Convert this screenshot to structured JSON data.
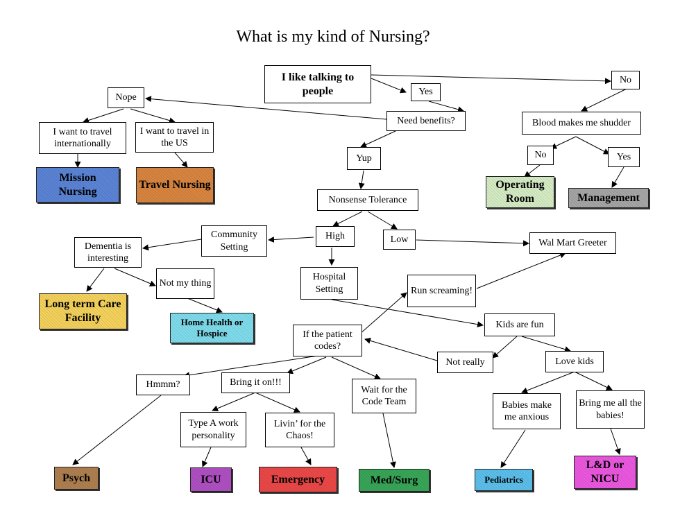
{
  "title": "What is my kind of Nursing?",
  "nodes": {
    "talking": "I like talking to people",
    "yes1": "Yes",
    "no1": "No",
    "nope": "Nope",
    "benefits": "Need benefits?",
    "intl": "I want to travel internationally",
    "us": "I want to travel in the US",
    "yup": "Yup",
    "nonsense": "Nonsense Tolerance",
    "blood": "Blood makes me shudder",
    "no2": "No",
    "yes2": "Yes",
    "community": "Community Setting",
    "high": "High",
    "low": "Low",
    "walmart": "Wal Mart Greeter",
    "dementia": "Dementia is interesting",
    "notmything": "Not my thing",
    "hospital": "Hospital Setting",
    "run": "Run screaming!",
    "kidsfun": "Kids are fun",
    "codes": "If the patient codes?",
    "notreally": "Not really",
    "lovekids": "Love kids",
    "hmmm": "Hmmm?",
    "bringit": "Bring it on!!!",
    "waitcode": "Wait for the Code Team",
    "typea": "Type A work personality",
    "chaos": "Livin’ for the Chaos!",
    "babiesanx": "Babies make me anxious",
    "bringbabies": "Bring me all the babies!"
  },
  "results": {
    "mission": "Mission Nursing",
    "travel": "Travel Nursing",
    "or": "Operating Room",
    "management": "Management",
    "ltc": "Long term Care Facility",
    "homehealth": "Home Health or Hospice",
    "psych": "Psych",
    "icu": "ICU",
    "emergency": "Emergency",
    "medsurg": "Med/Surg",
    "pediatrics": "Pediatrics",
    "ldnicu": "L&D or NICU"
  },
  "colors": {
    "mission": "#5b84d6",
    "travel": "#d98540",
    "or": "#d5ecc4",
    "management": "#a6a6a6",
    "ltc": "#f5d25c",
    "homehealth": "#7fdcec",
    "psych": "#b08050",
    "icu": "#b050c4",
    "emergency": "#ec4848",
    "medsurg": "#38a658",
    "pediatrics": "#5cc0ec",
    "ldnicu": "#ec58e0"
  }
}
